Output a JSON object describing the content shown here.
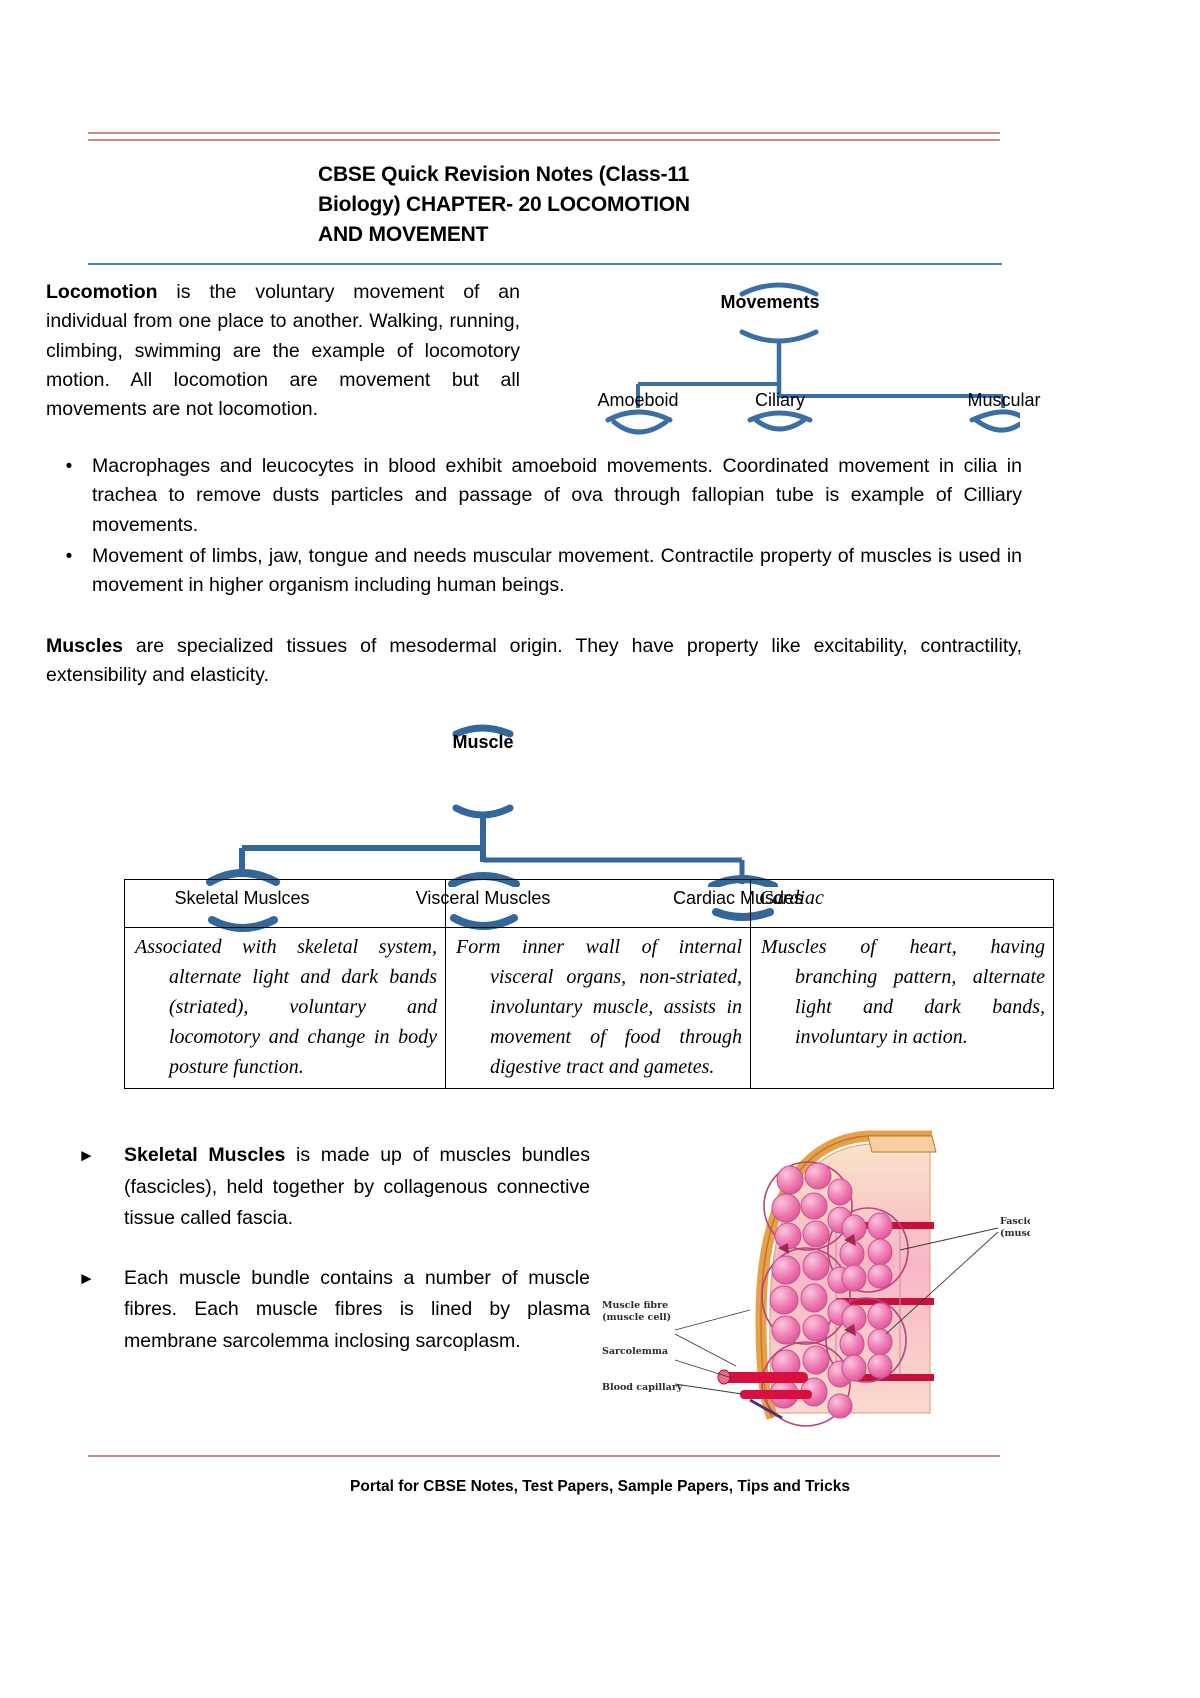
{
  "document": {
    "title_lines": [
      "CBSE Quick Revision Notes (Class-11",
      "Biology) CHAPTER- 20 LOCOMOTION",
      "AND MOVEMENT"
    ],
    "footer": "Portal for CBSE Notes, Test Papers, Sample Papers, Tips and Tricks"
  },
  "colors": {
    "header_rule": "#c98b84",
    "title_rule": "#4a7ebb",
    "diagram_line": "#3b6ea5",
    "diagram_line_dark": "#336699"
  },
  "intro": {
    "lead_bold": "Locomotion",
    "text": " is the voluntary movement of an individual from one place to another. Walking, running, climbing, swimming are the example of locomotory motion. All locomotion are movement but all movements are not locomotion."
  },
  "bullets": [
    {
      "marker": "•",
      "text": "Macrophages and leucocytes in blood exhibit amoeboid movements. Coordinated movement in cilia in trachea to remove dusts particles and passage of ova through fallopian tube is example of Cilliary movements."
    },
    {
      "marker": "•",
      "text": "Movement of limbs, jaw, tongue and needs muscular movement. Contractile property of muscles is used in movement in higher organism including human beings."
    }
  ],
  "muscles_para": {
    "lead_bold": "Muscles",
    "text": " are specialized tissues of mesodermal origin. They have property like excitability, contractility, extensibility and elasticity."
  },
  "movements_tree": {
    "root": "Movements",
    "children": [
      "Amoeboid",
      "Ciliary",
      "Muscular"
    ]
  },
  "muscle_tree": {
    "root": "Muscle",
    "children": [
      "Skeletal Muslces",
      "Visceral Muscles",
      "Cardiac Musdes"
    ]
  },
  "muscle_table": {
    "headers": [
      "",
      "",
      "Cardiac"
    ],
    "rows": [
      [
        "Associated with skeletal system, alternate light and dark bands (striated), voluntary and locomotory and change in body posture function.",
        "Form inner wall of internal visceral organs, non-striated, involuntary muscle, assists in movement of food through digestive tract and gametes.",
        "Muscles of heart, having branching pattern, alternate light and dark bands, involuntary in action."
      ]
    ]
  },
  "lower_points": [
    {
      "marker": "►",
      "bold": "Skeletal Muscles",
      "text": " is made up of muscles bundles (fascicles), held together by collagenous connective tissue called fascia."
    },
    {
      "marker": "►",
      "bold": "",
      "text": "Each muscle bundle contains a number of muscle fibres. Each muscle fibres is lined by plasma membrane sarcolemma inclosing sarcoplasm."
    }
  ],
  "illustration": {
    "labels": [
      "Fascicle",
      "(muscle bundle)",
      "Muscle fibre",
      "(muscle cell)",
      "Sarcolemma",
      "Blood capillary"
    ]
  }
}
